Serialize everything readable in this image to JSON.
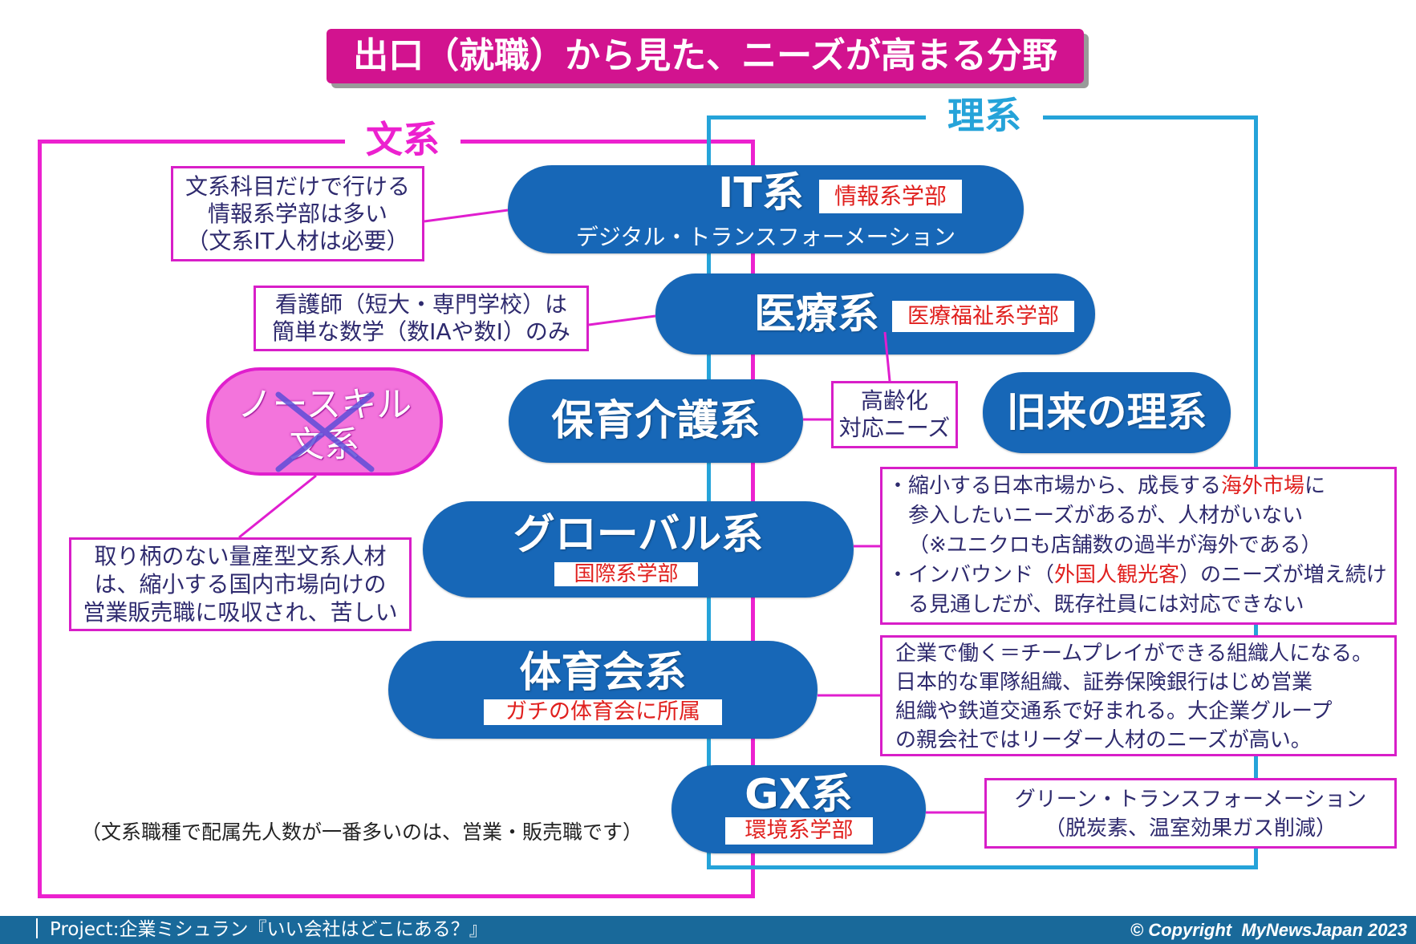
{
  "title": "出口（就職）から見た、ニーズが高まる分野",
  "regions": {
    "bunkei_label": "文系",
    "rikei_label": "理系"
  },
  "fields": {
    "it": {
      "label": "IT系",
      "faculty": "情報系学部",
      "subtitle": "デジタル・トランスフォーメーション"
    },
    "medical": {
      "label": "医療系",
      "faculty": "医療福祉系学部"
    },
    "care": {
      "label": "保育介護系"
    },
    "traditional_science": {
      "label": "旧来の理系"
    },
    "global": {
      "label": "グローバル系",
      "faculty": "国際系学部"
    },
    "athletic": {
      "label": "体育会系",
      "faculty": "ガチの体育会に所属"
    },
    "gx": {
      "label": "GX系",
      "faculty": "環境系学部"
    }
  },
  "no_skill": {
    "line1": "ノースキル",
    "line2": "文系",
    "icon": "cross-mark-icon"
  },
  "notes": {
    "it": [
      "文系科目だけで行ける",
      "情報系学部は多い",
      "（文系IT人材は必要）"
    ],
    "nursing": [
      "看護師（短大・専門学校）は",
      "簡単な数学（数IAや数I）のみ"
    ],
    "aging": [
      "高齢化",
      "対応ニーズ"
    ],
    "no_skill": [
      "取り柄のない量産型文系人材",
      "は、縮小する国内市場向けの",
      "営業販売職に吸収され、苦しい"
    ],
    "global": {
      "line1_pre": "・縮小する日本市場から、成長する",
      "line1_highlight": "海外市場",
      "line1_post": "に",
      "line2": "参入したいニーズがあるが、人材がいない",
      "line3": "（※ユニクロも店舗数の過半が海外である）",
      "line4_pre": "・インバウンド（",
      "line4_highlight": "外国人観光客",
      "line4_post": "）のニーズが増え続け",
      "line5": "る見通しだが、既存社員には対応できない"
    },
    "athletic": [
      "企業で働く＝チームプレイができる組織人になる。",
      "日本的な軍隊組織、証券保険銀行はじめ営業",
      "組織や鉄道交通系で好まれる。大企業グループ",
      "の親会社ではリーダー人材のニーズが高い。"
    ],
    "gx": [
      "グリーン・トランスフォーメーション",
      "（脱炭素、温室効果ガス削減）"
    ]
  },
  "footnote": "（文系職種で配属先人数が一番多いのは、営業・販売職です）",
  "footer": {
    "project": "Project:企業ミシュラン『いい会社はどこにある？』",
    "copyright": "© Copyright  MyNewsJapan 2023"
  },
  "colors": {
    "title_bg": "#d2138f",
    "bunkei": "#ec21cf",
    "rikei": "#25a3d9",
    "pill": "#1767b7",
    "highlight": "#e0201e",
    "note_text": "#2e2a6e",
    "footer": "#19699a"
  }
}
